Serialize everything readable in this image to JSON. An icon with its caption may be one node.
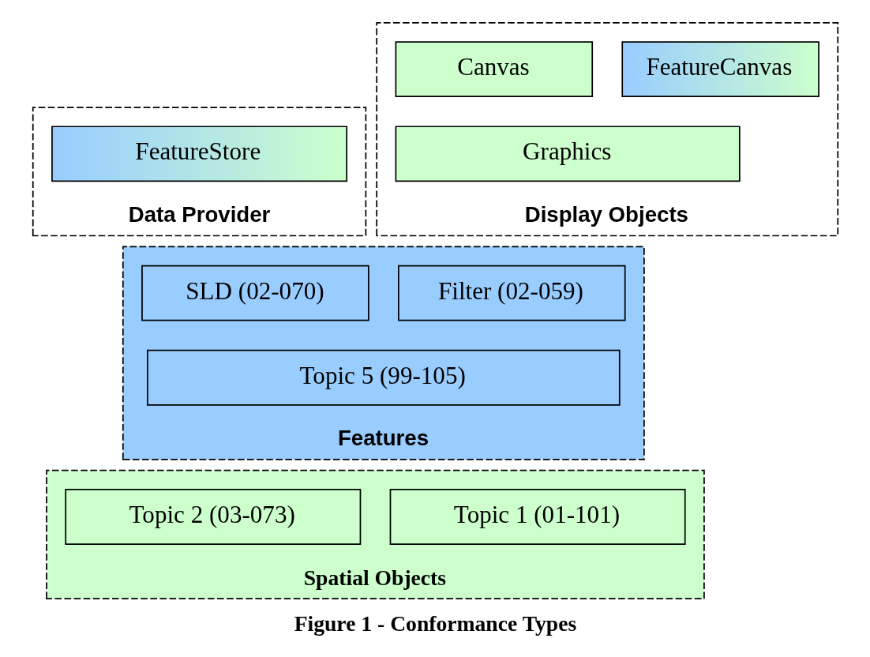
{
  "diagram": {
    "caption": "Figure 1 - Conformance Types",
    "nodes": [
      {
        "text": [
          "Data Provider"
        ]
      },
      {
        "text": [
          "FeatureStore"
        ],
        "in": 0
      },
      {
        "text": [
          "Display Objects"
        ]
      },
      {
        "text": [
          "FeatureCanvas"
        ],
        "in": 2
      },
      {
        "text": [
          "Canvas"
        ],
        "in": 2
      },
      {
        "text": [
          "Graphics"
        ],
        "in": 2
      },
      {
        "text": [
          "Features"
        ]
      },
      {
        "text": [
          "SLD (02-070)"
        ],
        "in": 6
      },
      {
        "text": [
          "Filter (02-059)"
        ],
        "in": 6
      },
      {
        "text": [
          "Topic 5 (99-105)"
        ],
        "in": 6
      },
      {
        "text": [
          "Spatial Objects"
        ]
      },
      {
        "text": [
          "Topic 1 (01-101)"
        ],
        "in": 10
      },
      {
        "text": [
          "Topic 2 (03-073)"
        ],
        "in": 10
      }
    ]
  }
}
